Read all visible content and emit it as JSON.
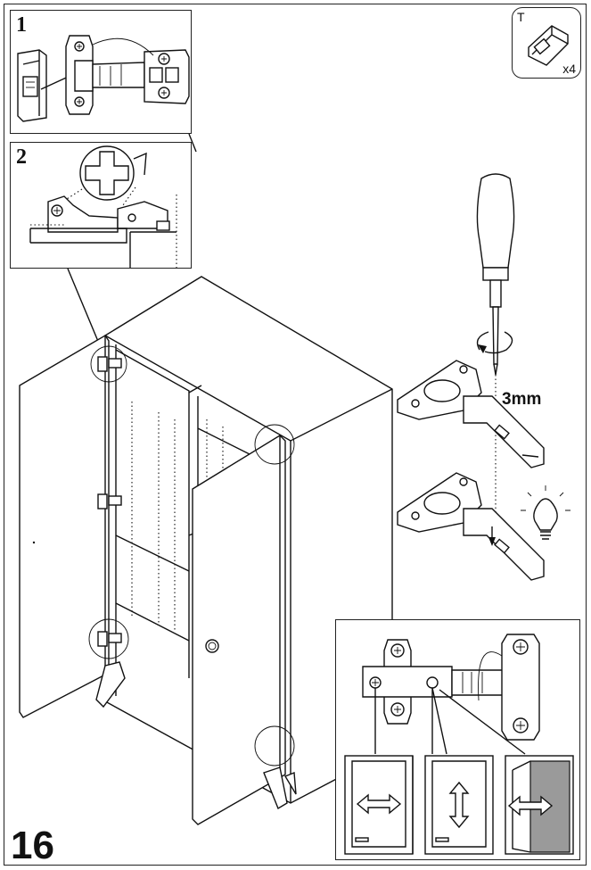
{
  "page": {
    "number": "16"
  },
  "steps": [
    {
      "number": "1"
    },
    {
      "number": "2"
    }
  ],
  "tool": {
    "label": "T",
    "quantity": "x4"
  },
  "adjustment": {
    "depth": "3mm"
  },
  "icons": {
    "tool": "hinge-clip-icon",
    "screwdriver": "screwdriver-icon",
    "rotate": "rotate-arrow-icon",
    "lightbulb": "lightbulb-icon",
    "horizontal": "horizontal-arrow-icon",
    "vertical": "vertical-arrow-icon",
    "depth": "depth-arrow-icon"
  },
  "colors": {
    "line": "#111111",
    "panel_fill": "#ffffff",
    "door_shade": "#9a9a9a"
  }
}
